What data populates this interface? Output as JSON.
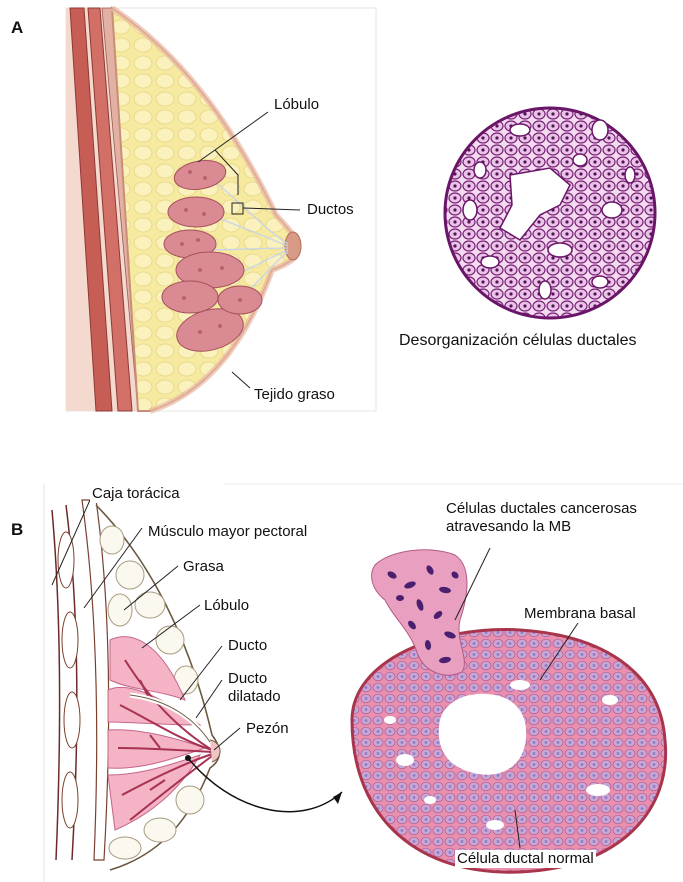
{
  "panelA": {
    "letter": "A",
    "labels": {
      "lobulo": "Lóbulo",
      "ductos": "Ductos",
      "tejido_graso": "Tejido graso",
      "desorganizacion": "Desorganización células ductales"
    }
  },
  "panelB": {
    "letter": "B",
    "labels": {
      "caja_toracica": "Caja torácica",
      "musculo": "Músculo mayor pectoral",
      "grasa": "Grasa",
      "lobulo": "Lóbulo",
      "ducto": "Ducto",
      "ducto_dilatado_1": "Ducto",
      "ducto_dilatado_2": "dilatado",
      "pezon": "Pezón",
      "celulas_cancerosas_1": "Células ductales cancerosas",
      "celulas_cancerosas_2": "atravesando la MB",
      "membrana_basal": "Membrana basal",
      "celula_normal": "Célula ductal normal"
    }
  },
  "colors": {
    "fat_yellow": "#f6eaa0",
    "lobule_pink": "#d98a92",
    "muscle_red": "#c0615a",
    "histology_purple": "#8c2d8a",
    "duct_pink": "#d77a98",
    "duct_border": "#a8354c",
    "cell_violet": "#9b88c6",
    "cancer_dark": "#4a1f6e"
  }
}
